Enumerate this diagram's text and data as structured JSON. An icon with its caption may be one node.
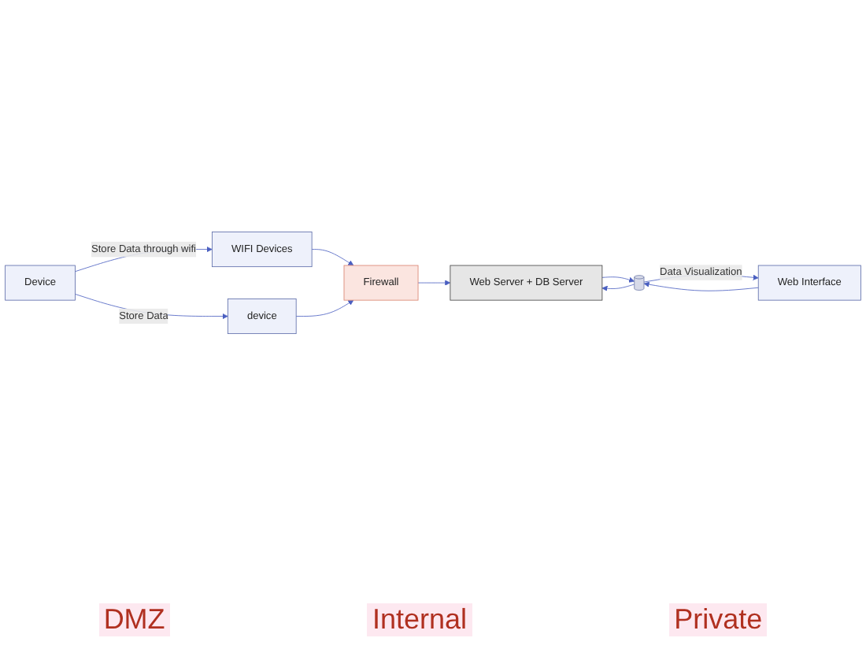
{
  "diagram": {
    "nodes": [
      {
        "text": [
          "Device"
        ]
      },
      {
        "text": [
          "WIFI Devices"
        ]
      },
      {
        "text": [
          "device"
        ]
      },
      {
        "text": [
          "Firewall"
        ]
      },
      {
        "text": [
          "Web Server + DB Server"
        ]
      },
      {
        "text": [
          "Web Interface"
        ]
      },
      {
        "text": [],
        "shape": "server"
      }
    ],
    "edges": [
      {
        "from": 0,
        "to": 1,
        "arrow": "to",
        "label": "Store Data through wifi"
      },
      {
        "from": 0,
        "to": 2,
        "arrow": "to",
        "label": "Store Data"
      },
      {
        "from": 1,
        "to": 3,
        "arrow": "to"
      },
      {
        "from": 2,
        "to": 3,
        "arrow": "to"
      },
      {
        "from": 3,
        "to": 4,
        "arrow": "to"
      },
      {
        "from": 4,
        "to": 6,
        "arrow": "to"
      },
      {
        "from": 6,
        "to": 4,
        "arrow": "to"
      },
      {
        "from": 5,
        "to": 6,
        "arrow": "to"
      },
      {
        "from": 6,
        "to": 5,
        "arrow": "to",
        "label": "Data Visualization"
      }
    ],
    "labels": [
      "DMZ",
      "Internal",
      "Private"
    ]
  }
}
